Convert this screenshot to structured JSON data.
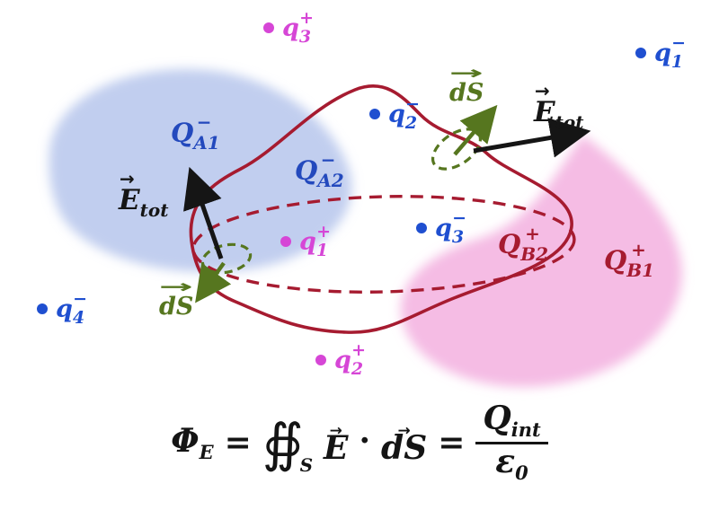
{
  "diagram_title": "gauss-law-flux-diagram",
  "colors": {
    "surface_red": "#a61b30",
    "blue_region_fill": "#b6c6ec",
    "pink_region_fill": "#f2abdd",
    "charge_blue": "#1f4fd0",
    "charge_magenta": "#d646d6",
    "region_label_blue": "#2349bd",
    "region_label_red": "#a61b30",
    "ds_green": "#56761f",
    "arrow_black": "#151515"
  },
  "charges": [
    {
      "base": "q",
      "sub": "3",
      "sup": "+",
      "polarity": "positive"
    },
    {
      "base": "q",
      "sub": "1",
      "sup": "−",
      "polarity": "negative"
    },
    {
      "base": "q",
      "sub": "2",
      "sup": "−",
      "polarity": "negative"
    },
    {
      "base": "q",
      "sub": "3",
      "sup": "−",
      "polarity": "negative"
    },
    {
      "base": "q",
      "sub": "1",
      "sup": "+",
      "polarity": "positive"
    },
    {
      "base": "q",
      "sub": "4",
      "sup": "−",
      "polarity": "negative"
    },
    {
      "base": "q",
      "sub": "2",
      "sup": "+",
      "polarity": "positive"
    }
  ],
  "region_labels": [
    {
      "base": "Q",
      "sub": "A1",
      "sup": "−"
    },
    {
      "base": "Q",
      "sub": "A2",
      "sup": "−"
    },
    {
      "base": "Q",
      "sub": "B2",
      "sup": "+"
    },
    {
      "base": "Q",
      "sub": "B1",
      "sup": "+"
    }
  ],
  "field_labels": {
    "e_base": "E",
    "e_sub": "tot",
    "ds": "dS",
    "vec_arrow": "→"
  },
  "formula": {
    "phi": "Φ",
    "phi_sub": "E",
    "equals": "=",
    "surface_integral": "∯",
    "integral_sub": "S",
    "e_vec": "E",
    "dot": "·",
    "ds_vec": "dS",
    "numerator_base": "Q",
    "numerator_sub": "int",
    "denominator_base": "ε",
    "denominator_sub": "0",
    "vec_arrow": "→"
  }
}
